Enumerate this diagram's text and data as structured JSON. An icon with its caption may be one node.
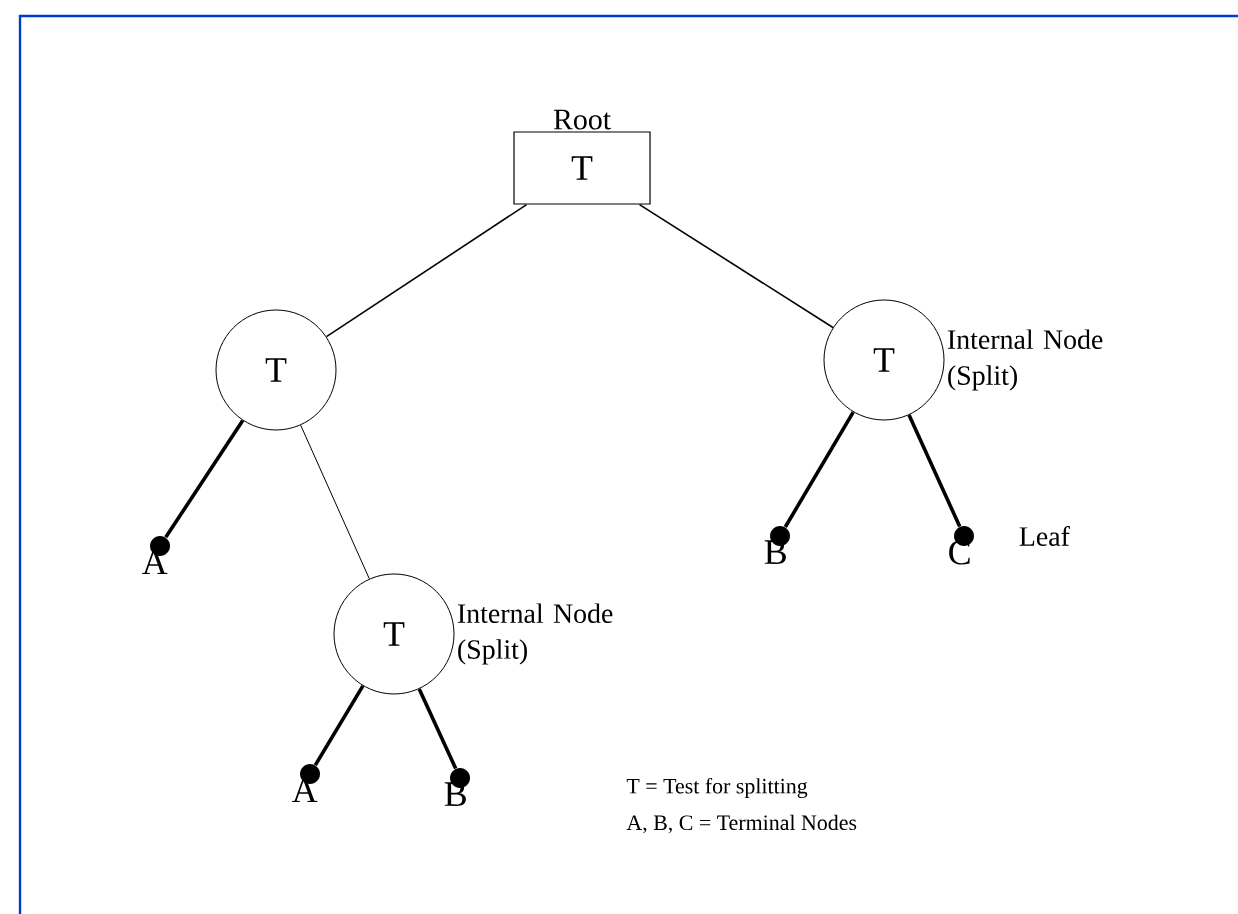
{
  "diagram": {
    "nodes": [
      {
        "text": [
          "Root",
          "T"
        ]
      },
      {
        "text": [
          "T"
        ]
      },
      {
        "text": [
          "T"
        ],
        "beside": [
          "Internal Node (Split)"
        ]
      },
      {
        "text": [
          "A"
        ]
      },
      {
        "text": [
          "T"
        ],
        "beside": [
          "Internal Node (Split)"
        ]
      },
      {
        "text": [
          "B"
        ]
      },
      {
        "text": [
          "C"
        ],
        "beside": [
          "Leaf"
        ]
      },
      {
        "text": [
          "A"
        ]
      },
      {
        "text": [
          "B"
        ]
      }
    ],
    "edges": [
      {
        "from": 0,
        "to": 1,
        "arrow": "none"
      },
      {
        "from": 0,
        "to": 2,
        "arrow": "none"
      },
      {
        "from": 1,
        "to": 3,
        "arrow": "none"
      },
      {
        "from": 1,
        "to": 4,
        "arrow": "none"
      },
      {
        "from": 2,
        "to": 5,
        "arrow": "none"
      },
      {
        "from": 2,
        "to": 6,
        "arrow": "none"
      },
      {
        "from": 4,
        "to": 7,
        "arrow": "none"
      },
      {
        "from": 4,
        "to": 8,
        "arrow": "none"
      }
    ],
    "labels": [
      "T = Test for splitting",
      "A, B, C = Terminal Nodes"
    ]
  }
}
